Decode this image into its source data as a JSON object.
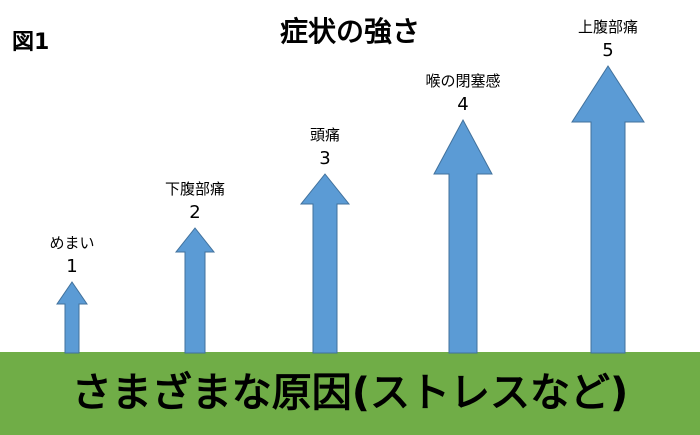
{
  "figure_label": "図1",
  "title": "症状の強さ",
  "ground_label": "さまざまな原因(ストレスなど)",
  "colors": {
    "arrow_fill": "#5b9bd5",
    "arrow_stroke": "#41719c",
    "ground": "#70ad47"
  },
  "chart_data": {
    "type": "bar",
    "title": "症状の強さ",
    "categories": [
      "めまい",
      "下腹部痛",
      "頭痛",
      "喉の閉塞感",
      "上腹部痛"
    ],
    "values": [
      1,
      2,
      3,
      4,
      5
    ],
    "xlabel": "",
    "ylabel": "",
    "ylim": [
      0,
      5
    ],
    "grid": false
  },
  "symptoms": [
    {
      "label": "めまい",
      "level": "1"
    },
    {
      "label": "下腹部痛",
      "level": "2"
    },
    {
      "label": "頭痛",
      "level": "3"
    },
    {
      "label": "喉の閉塞感",
      "level": "4"
    },
    {
      "label": "上腹部痛",
      "level": "5"
    }
  ]
}
